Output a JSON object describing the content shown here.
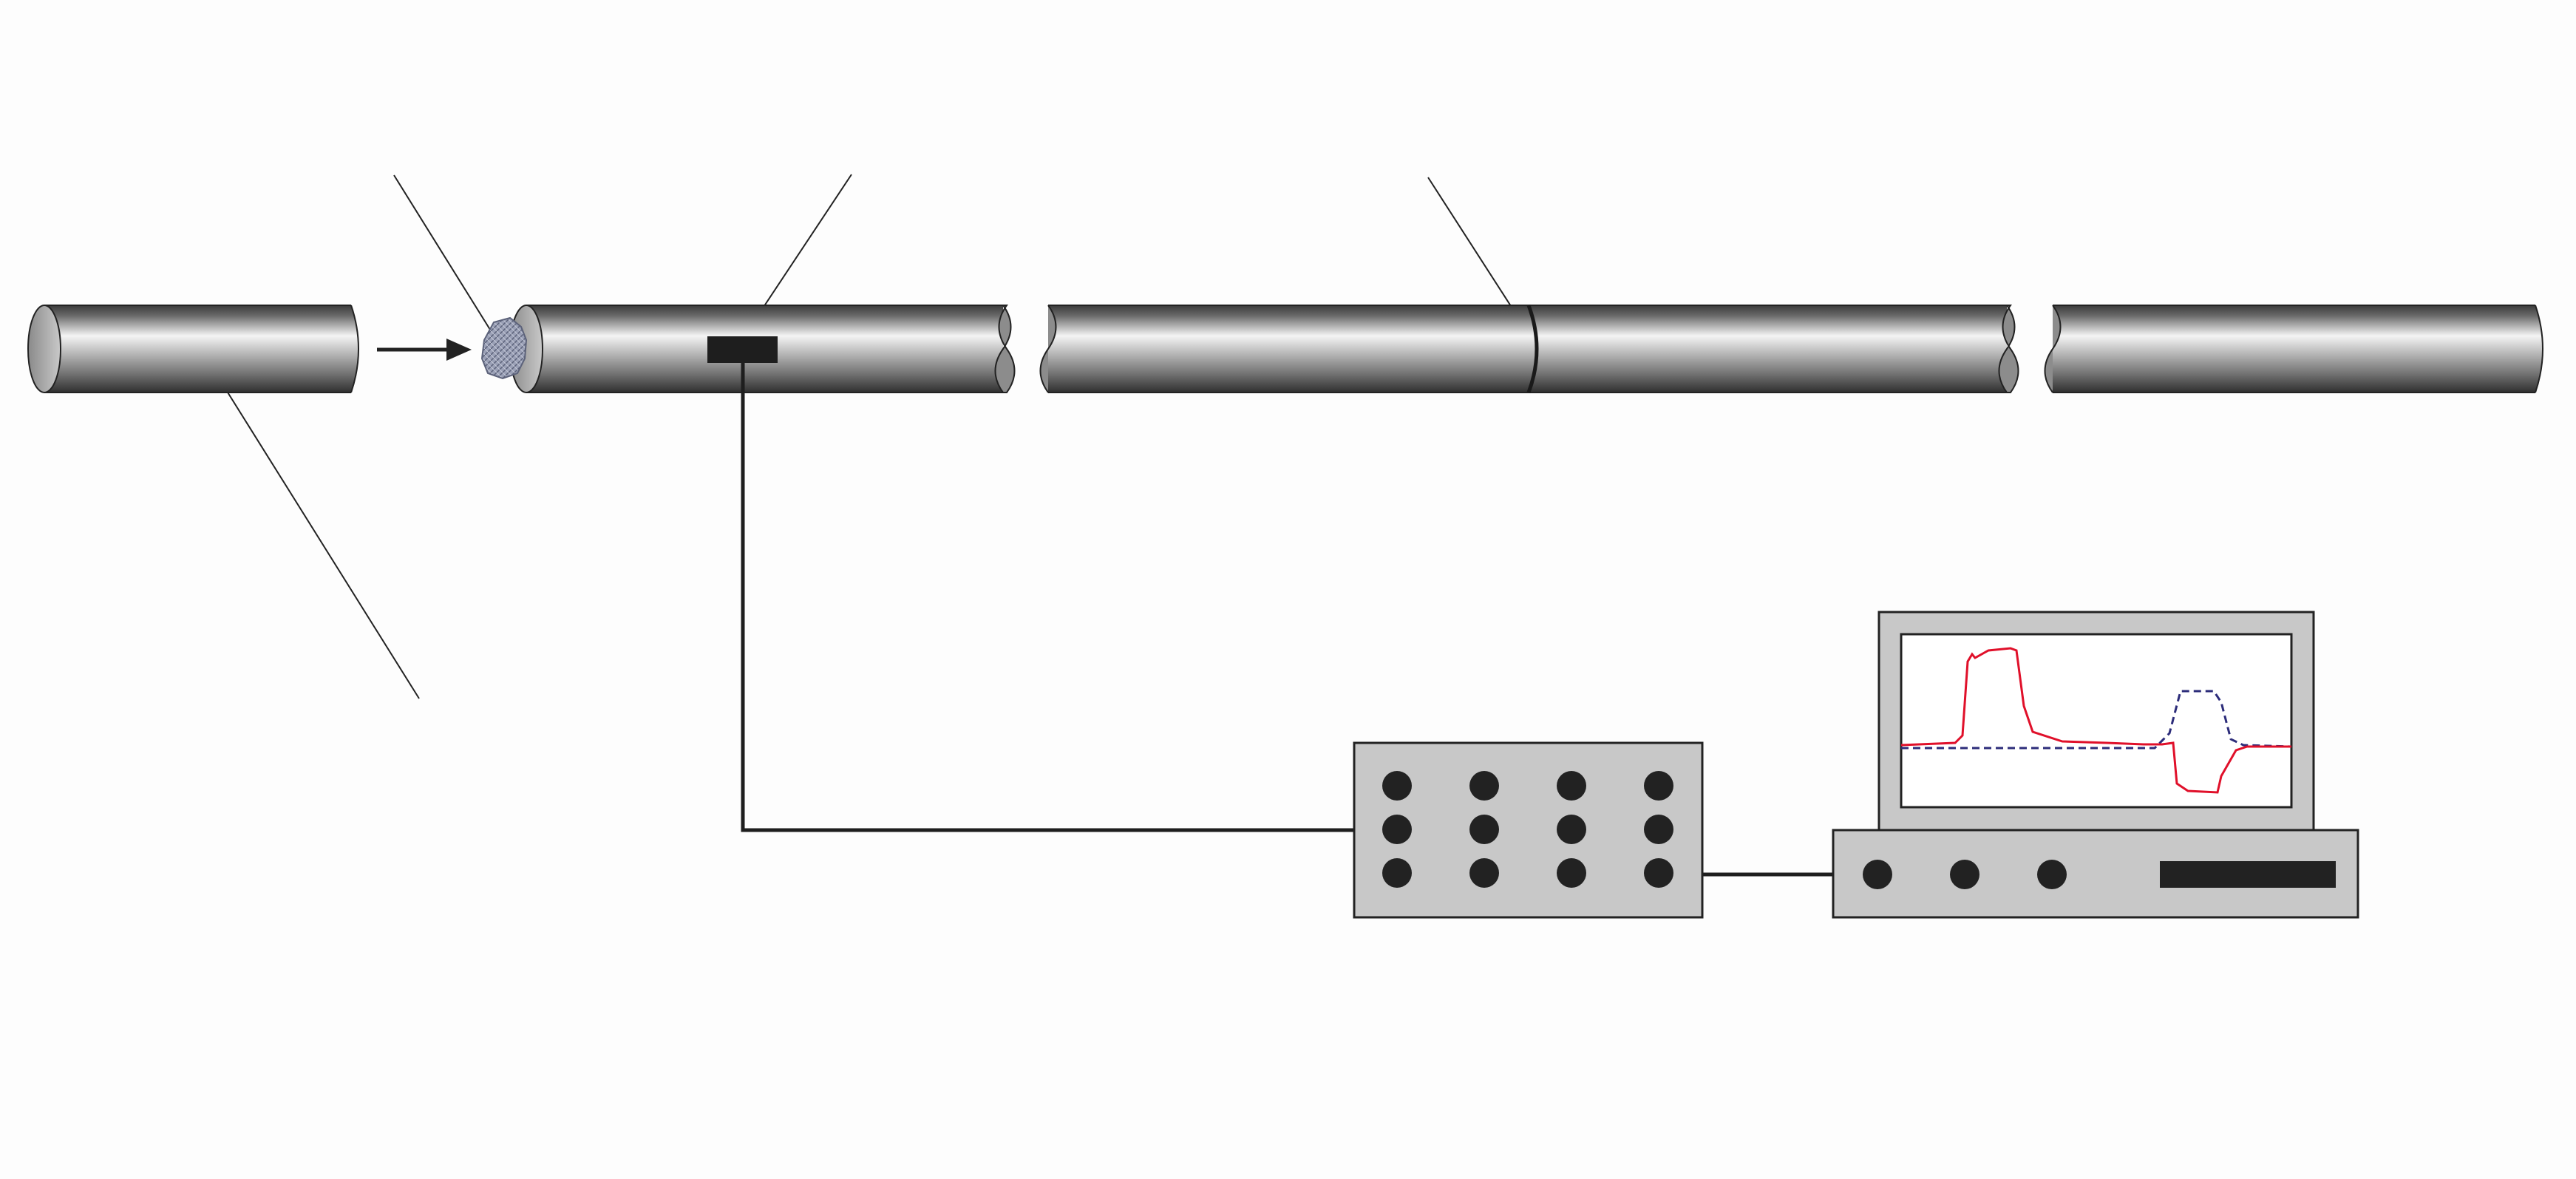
{
  "diagram": {
    "description_text": [],
    "labels": [],
    "colors": {
      "background": "#fdfdfd",
      "pipe_dark": "#3a3a3a",
      "pipe_light": "#f4f4f4",
      "device_fill": "#c8c8c8",
      "sensor": "#1e1e1e",
      "knob": "#222222",
      "cable": "#1e1e1e",
      "signal_primary": "#e0102a",
      "signal_secondary": "#2c2c7a",
      "pig": "#8a90a6"
    },
    "components": {
      "pipe_segments": 5,
      "pig": "cleaning-pig",
      "flow_arrow": "arrow-right",
      "sensor": "strain-sensor",
      "acquisition_unit": "data-acquisition-unit",
      "computer": "monitor-computer"
    },
    "acquisition_unit_knobs": {
      "rows": 3,
      "cols": 4
    },
    "computer_base_buttons": 3,
    "signal_traces": [
      {
        "name": "",
        "style": "solid",
        "color_key": "signal_primary"
      },
      {
        "name": "",
        "style": "dashed",
        "color_key": "signal_secondary"
      }
    ]
  }
}
